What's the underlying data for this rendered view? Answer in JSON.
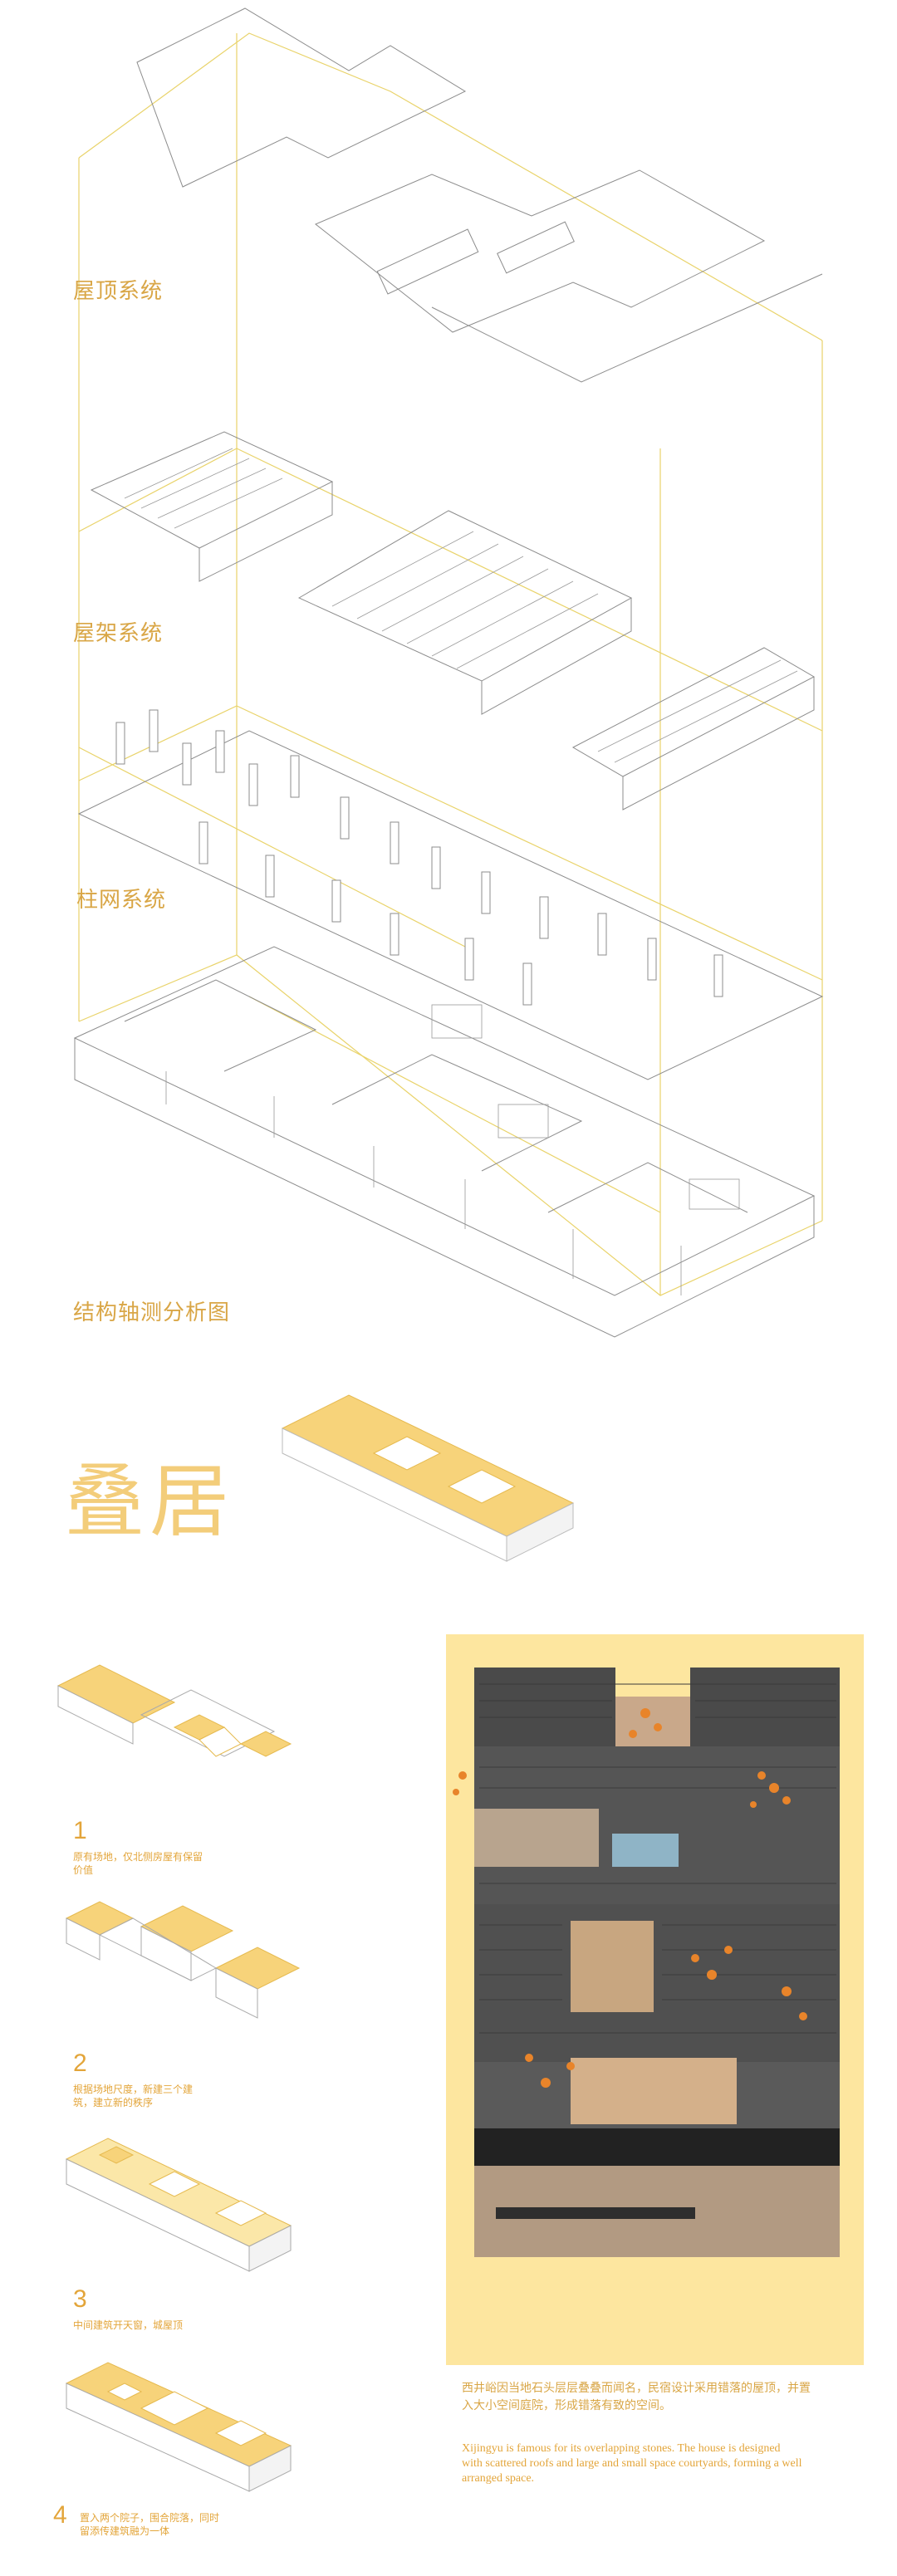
{
  "labels": {
    "roof_system": "屋顶系统",
    "truss_system": "屋架系统",
    "column_system": "柱网系统",
    "axon_title": "结构轴测分析图"
  },
  "concept_title": "叠居",
  "steps": [
    {
      "num": "1",
      "text": "原有场地，仅北侧房屋有保留价值"
    },
    {
      "num": "2",
      "text": "根据场地尺度，新建三个建筑，建立新的秩序"
    },
    {
      "num": "3",
      "text": "中间建筑开天窗，城屋顶"
    },
    {
      "num": "4",
      "text": "置入两个院子，围合院落，同时留添传建筑融为一体"
    }
  ],
  "description": {
    "cn": "西井峪因当地石头层层叠叠而闻名，民宿设计采用错落的屋顶，并置入大小空间庭院，形成错落有致的空间。",
    "en": "Xijingyu is famous for its overlapping stones. The house is designed with scattered roofs and large and small space courtyards, forming a well arranged space."
  },
  "colors": {
    "accent": "#e3a53a",
    "label": "#d9a646",
    "highlight": "#f7d37a",
    "panel_bg": "#fde69f",
    "guide_line": "#e9d36a"
  }
}
